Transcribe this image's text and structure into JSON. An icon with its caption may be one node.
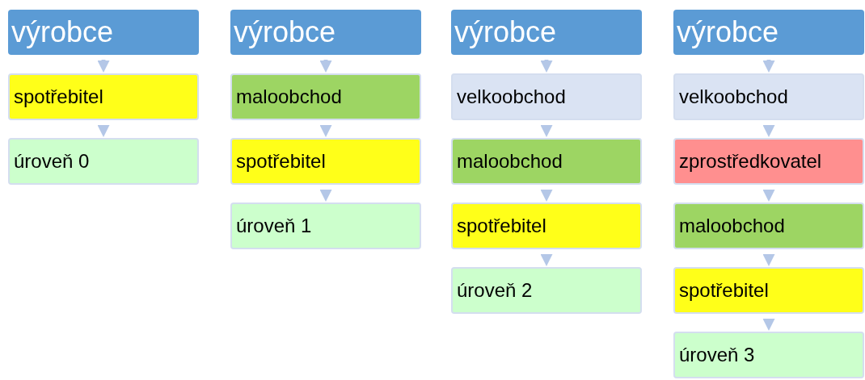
{
  "diagram": {
    "nodes": [
      {
        "text": [
          "výrobce"
        ]
      },
      {
        "text": [
          "spotřebitel"
        ]
      },
      {
        "text": [
          "úroveň 0"
        ]
      },
      {
        "text": [
          "výrobce"
        ]
      },
      {
        "text": [
          "maloobchod"
        ]
      },
      {
        "text": [
          "spotřebitel"
        ]
      },
      {
        "text": [
          "úroveň 1"
        ]
      },
      {
        "text": [
          "výrobce"
        ]
      },
      {
        "text": [
          "velkoobchod"
        ]
      },
      {
        "text": [
          "maloobchod"
        ]
      },
      {
        "text": [
          "spotřebitel"
        ]
      },
      {
        "text": [
          "úroveň 2"
        ]
      },
      {
        "text": [
          "výrobce"
        ]
      },
      {
        "text": [
          "velkoobchod"
        ]
      },
      {
        "text": [
          "zprostředkovatel"
        ]
      },
      {
        "text": [
          "maloobchod"
        ]
      },
      {
        "text": [
          "spotřebitel"
        ]
      },
      {
        "text": [
          "úroveň 3"
        ]
      }
    ],
    "edges": [
      {
        "from": 0,
        "to": 1,
        "arrow": "to"
      },
      {
        "from": 1,
        "to": 2,
        "arrow": "to"
      },
      {
        "from": 3,
        "to": 4,
        "arrow": "to"
      },
      {
        "from": 4,
        "to": 5,
        "arrow": "to"
      },
      {
        "from": 5,
        "to": 6,
        "arrow": "to"
      },
      {
        "from": 7,
        "to": 8,
        "arrow": "to"
      },
      {
        "from": 8,
        "to": 9,
        "arrow": "to"
      },
      {
        "from": 9,
        "to": 10,
        "arrow": "to"
      },
      {
        "from": 10,
        "to": 11,
        "arrow": "to"
      },
      {
        "from": 12,
        "to": 13,
        "arrow": "to"
      },
      {
        "from": 13,
        "to": 14,
        "arrow": "to"
      },
      {
        "from": 14,
        "to": 15,
        "arrow": "to"
      },
      {
        "from": 15,
        "to": 16,
        "arrow": "to"
      },
      {
        "from": 16,
        "to": 17,
        "arrow": "to"
      }
    ]
  }
}
